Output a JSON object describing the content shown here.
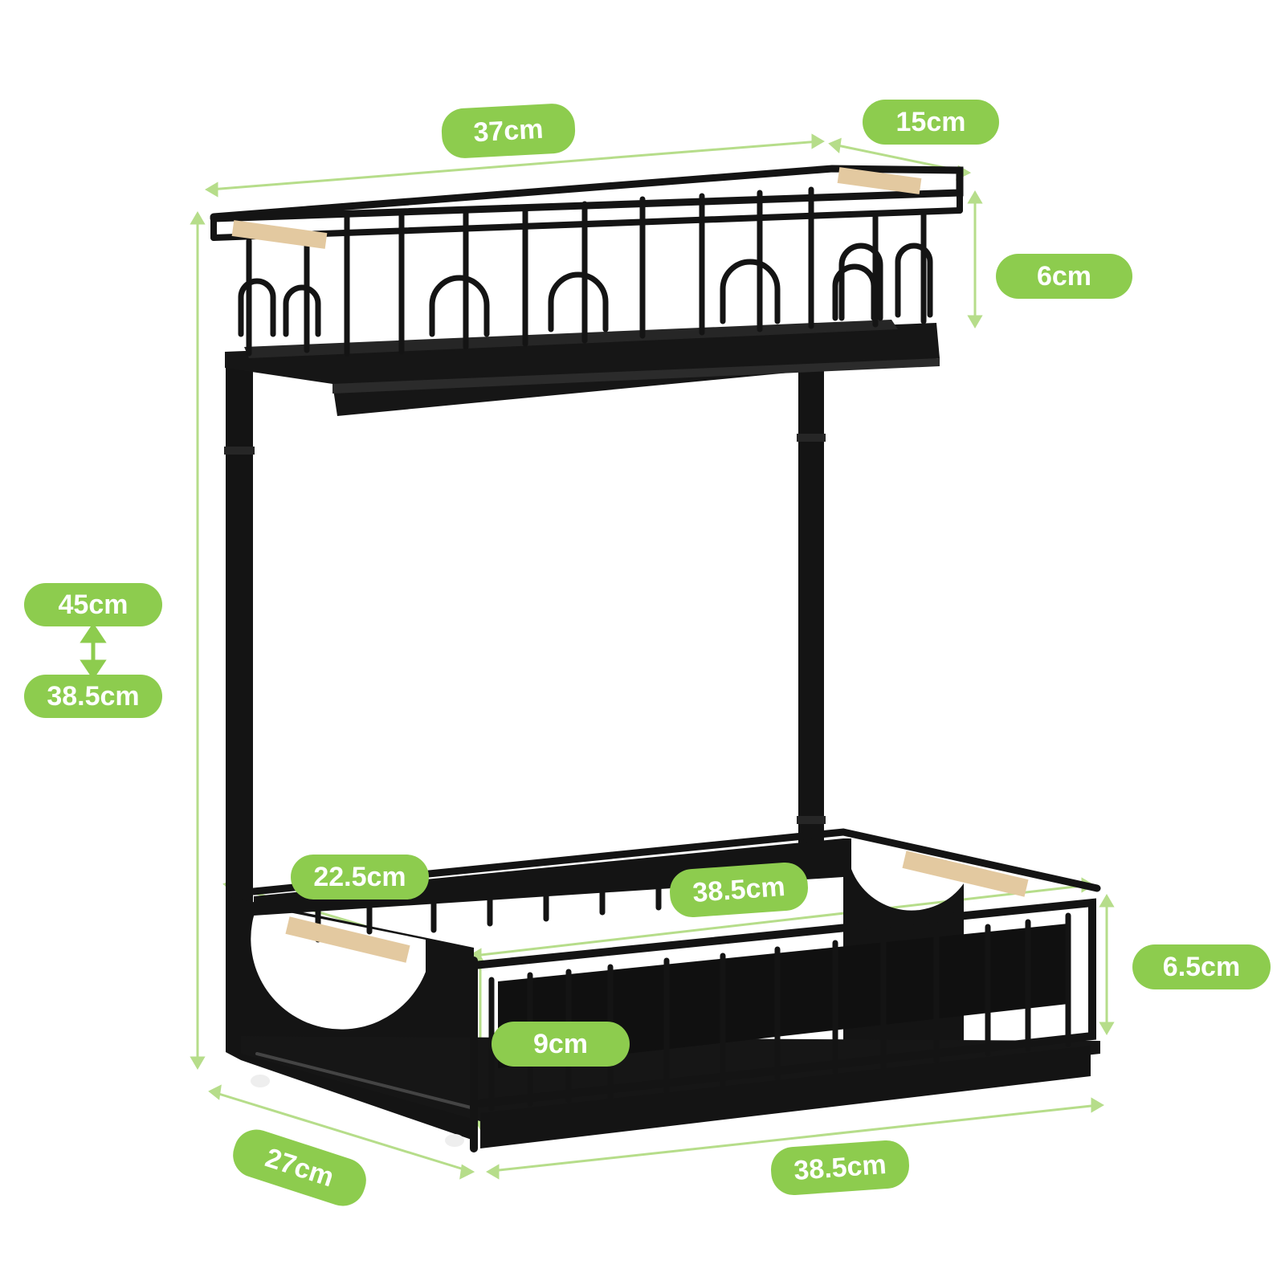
{
  "colors": {
    "label_bg": "#8dcc4e",
    "label_text": "#ffffff",
    "dimension_line": "#b6dd8a",
    "rack_metal": "#141414",
    "handle_wood": "#e3c9a0",
    "background": "#ffffff"
  },
  "dimensions": {
    "top_width": "37cm",
    "top_depth": "15cm",
    "top_height": "6cm",
    "height_max": "45cm",
    "height_min": "38.5cm",
    "drawer_depth": "22.5cm",
    "drawer_width": "38.5cm",
    "drawer_height": "6.5cm",
    "drawer_front_height": "9cm",
    "base_depth": "27cm",
    "base_width": "38.5cm"
  },
  "icons": {
    "height_range": "double-arrow-vertical-icon"
  }
}
